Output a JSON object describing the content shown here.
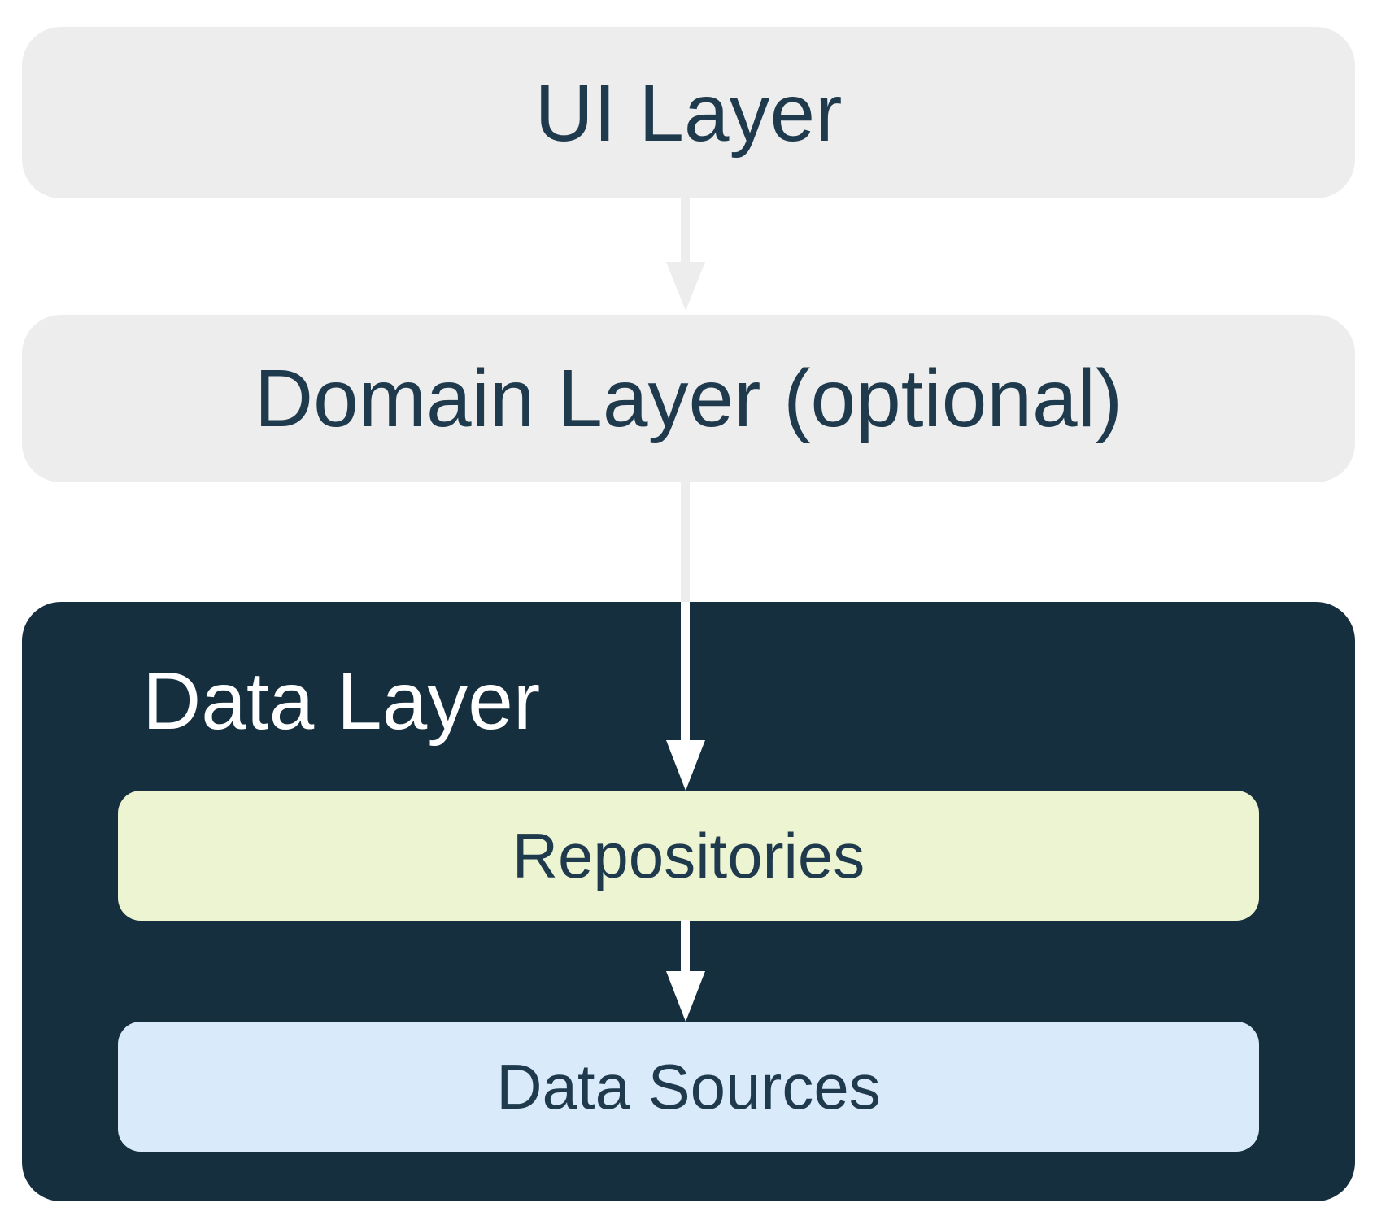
{
  "colors": {
    "gray_box": "#EDEDED",
    "navy_box": "#162F3E",
    "heading_text": "#1E3A4C",
    "repositories_bg": "#EDF4D1",
    "data_sources_bg": "#D9EAFB",
    "arrow_gray": "#EDEDED",
    "arrow_white": "#FFFFFF",
    "canvas_bg": "#FFFFFF"
  },
  "nodes": {
    "ui_layer": {
      "label": "UI Layer"
    },
    "domain_layer": {
      "label": "Domain Layer (optional)"
    },
    "data_layer": {
      "label": "Data Layer"
    },
    "repositories": {
      "label": "Repositories"
    },
    "data_sources": {
      "label": "Data Sources"
    }
  },
  "arrows": [
    {
      "name": "ui-to-domain",
      "from": "ui_layer",
      "to": "domain_layer"
    },
    {
      "name": "domain-to-repositories",
      "from": "domain_layer",
      "to": "repositories"
    },
    {
      "name": "repositories-to-data-sources",
      "from": "repositories",
      "to": "data_sources"
    }
  ]
}
